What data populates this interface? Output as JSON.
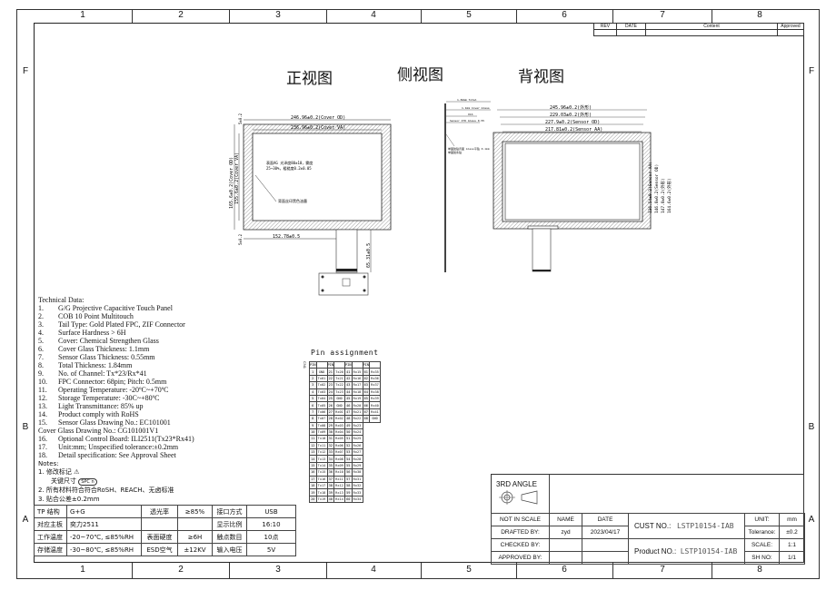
{
  "zones": {
    "columns": [
      "1",
      "2",
      "3",
      "4",
      "5",
      "6",
      "7",
      "8"
    ],
    "rows": [
      "F",
      "B",
      "A"
    ]
  },
  "revision_block": {
    "headers": [
      "REV",
      "DATE",
      "Content",
      "Approved"
    ]
  },
  "view_titles": {
    "front": "正视图",
    "side": "侧视图",
    "back": "背视图"
  },
  "front_view": {
    "dim_width_od": "246.96±0.2(Cover OD)",
    "dim_width_va": "236.96±0.2(Cover VA)",
    "dim_height_od": "165.6±0.2(Cover OD)",
    "dim_height_va": "155.6±0.2(Cover VA)",
    "dim_top": "5±0.2",
    "dim_bottom": "5±0.2",
    "dim_fpc_offset": "152.78±0.5",
    "dim_fpc_length": "65.31±0.5",
    "note_ag": "表面AG 光泽度80±10，雾度",
    "note_ag2": "25~30%，粗糙度0.2±0.05",
    "note_print": "背面丝印黑色油墨"
  },
  "back_view": {
    "dim1": "245.96±0.2(外形)",
    "dim2": "229.03±0.2(外形)",
    "dim3": "227.9±0.2(Sensor OD)",
    "dim4": "217.81±0.2(Sensor AA)",
    "dim5": "136.54±0.2(Sensor AA)",
    "dim6": "146.8±0.2(Sensor OD)",
    "dim7": "147.8±0.2(外形)",
    "dim8": "164.6±0.2(外形)"
  },
  "side_view": {
    "labels": [
      "1.84mm Total",
      "1.1mm Cover Glass",
      "OCA",
      "Sensor ITO Glass 0.55"
    ],
    "note": "单面胶贴背面 Glass平贴 0.1mm 单面胶条贴"
  },
  "technical_data": {
    "title": "Technical Data:",
    "items": [
      {
        "n": "1.",
        "t": "G/G Projective Capacitive Touch Panel"
      },
      {
        "n": "2.",
        "t": "COB 10 Point Multitouch"
      },
      {
        "n": "3.",
        "t": "Tail Type: Gold Plated FPC, ZIF Connector"
      },
      {
        "n": "4.",
        "t": "Surface Hardness > 6H"
      },
      {
        "n": "5.",
        "t": "Cover: Chemical Strengthen Glass"
      },
      {
        "n": "6.",
        "t": "Cover Glass Thickness: 1.1mm"
      },
      {
        "n": "7.",
        "t": "Sensor Glass Thickness: 0.55mm"
      },
      {
        "n": "8.",
        "t": "Total Thickness: 1.84mm"
      },
      {
        "n": "9.",
        "t": "No. of Channel: Tx*23/Rx*41"
      },
      {
        "n": "10.",
        "t": "FPC Connector: 68pin; Pitch: 0.5mm"
      },
      {
        "n": "11.",
        "t": "Operating Temperature: -20ºC~+70ºC"
      },
      {
        "n": "12.",
        "t": "Storage Temperature: -30C~+80ºC"
      },
      {
        "n": "13.",
        "t": "Light Transmittance: 85% up"
      },
      {
        "n": "14.",
        "t": "Product comply with RoHS"
      },
      {
        "n": "15.",
        "t": "Sensor Glass Drawing No.: EC101001"
      },
      {
        "n": "",
        "t": "Cover Glass Drawing No.: CG101001V1"
      },
      {
        "n": "16.",
        "t": "Optional Control Board: ILI2511(Tx23*Rx41)"
      },
      {
        "n": "17.",
        "t": "Unit:mm; Unspecified tolerance:±0.2mm"
      },
      {
        "n": "18.",
        "t": "Detail specification: See Approval Sheet"
      }
    ]
  },
  "notes": {
    "title": "Notes:",
    "items": [
      "1. 修改标记",
      "关键尺寸",
      "2. 所有材料符合符合RoSH、REACH、无卤标准",
      "3. 贴合公差±0.2mm"
    ],
    "key_symbol": "SPC n"
  },
  "spec_table": [
    [
      "TP 结构",
      "G+G",
      "透光率",
      "≥85%",
      "接口方式",
      "USB"
    ],
    [
      "对应主板",
      "奕力2511",
      "",
      "",
      "显示比例",
      "16:10"
    ],
    [
      "工作温度",
      "-20~70℃, ≤85%RH",
      "表面硬度",
      "≥6H",
      "触点数目",
      "10点"
    ],
    [
      "存储温度",
      "-30~80℃, ≤85%RH",
      "ESD空气",
      "±12KV",
      "输入电压",
      "5V"
    ]
  ],
  "pin_assignment": {
    "title": "Pin assignment",
    "connector": "CN1",
    "header": "PIN",
    "columns": [
      [
        "GND",
        "Tx01",
        "Tx02",
        "Tx03",
        "Tx04",
        "Tx05",
        "Tx06",
        "Tx07",
        "Tx08",
        "Tx09",
        "Tx10",
        "Tx11",
        "Tx12",
        "Tx13",
        "Tx14",
        "Tx15",
        "Tx16",
        "Tx17",
        "Tx18",
        "Tx19"
      ],
      [
        "Tx20",
        "Tx21",
        "Tx22",
        "Tx23",
        "GND",
        "GND",
        "Rx01",
        "Rx02",
        "Rx03",
        "Rx04",
        "Rx05",
        "Rx06",
        "Rx07",
        "Rx08",
        "Rx09",
        "Rx10",
        "Rx11",
        "Rx12",
        "Rx13",
        "Rx14"
      ],
      [
        "Rx15",
        "Rx16",
        "Rx17",
        "Rx18",
        "Rx19",
        "Rx20",
        "Rx21",
        "Rx22",
        "Rx23",
        "Rx24",
        "Rx25",
        "Rx26",
        "Rx27",
        "Rx28",
        "Rx29",
        "Rx30",
        "Rx31",
        "Rx32",
        "Rx33",
        "Rx34"
      ],
      [
        "Rx35",
        "Rx36",
        "Rx37",
        "Rx38",
        "Rx39",
        "Rx40",
        "Rx41",
        "GND"
      ]
    ]
  },
  "title_block": {
    "projection": "3RD ANGLE",
    "not_in_scale": "NOT IN SCALE",
    "name_header": "NAME",
    "date_header": "DATE",
    "drafted_by_label": "DRAFTED BY:",
    "drafted_by": "zyd",
    "drafted_date": "2023/04/17",
    "checked_by_label": "CHECKED BY:",
    "approved_by_label": "APPROVED BY:",
    "cust_no_label": "CUST NO.:",
    "cust_no": "LSTP10154-IAB",
    "product_no_label": "Product  NO.:",
    "product_no": "LSTP10154-IAB",
    "unit_label": "UNIT:",
    "unit": "mm",
    "tolerance_label": "Tolerance:",
    "tolerance": "±0.2",
    "scale_label": "SCALE:",
    "scale": "1:1",
    "sheet_label": "SH NO:",
    "sheet": "1/1"
  }
}
